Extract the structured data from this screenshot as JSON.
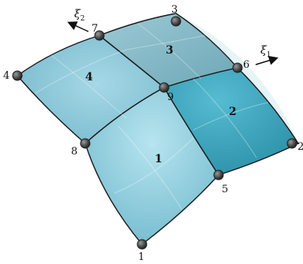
{
  "colors": {
    "element_1": "#8ccfe0",
    "element_2": "#3aa7be",
    "element_3": "#7fb4c2",
    "element_4": "#86c6da",
    "edge": "#1a1a1a",
    "node_fill": "#555555",
    "node_stroke": "#222222",
    "shadow": "#cfe7ee"
  },
  "nodes": [
    "1",
    "2",
    "3",
    "4",
    "5",
    "6",
    "7",
    "8",
    "9"
  ],
  "elements": [
    "1",
    "2",
    "3",
    "4"
  ],
  "axes": {
    "xi1": {
      "symbol": "ξ",
      "sub": "1"
    },
    "xi2": {
      "symbol": "ξ",
      "sub": "2"
    }
  }
}
